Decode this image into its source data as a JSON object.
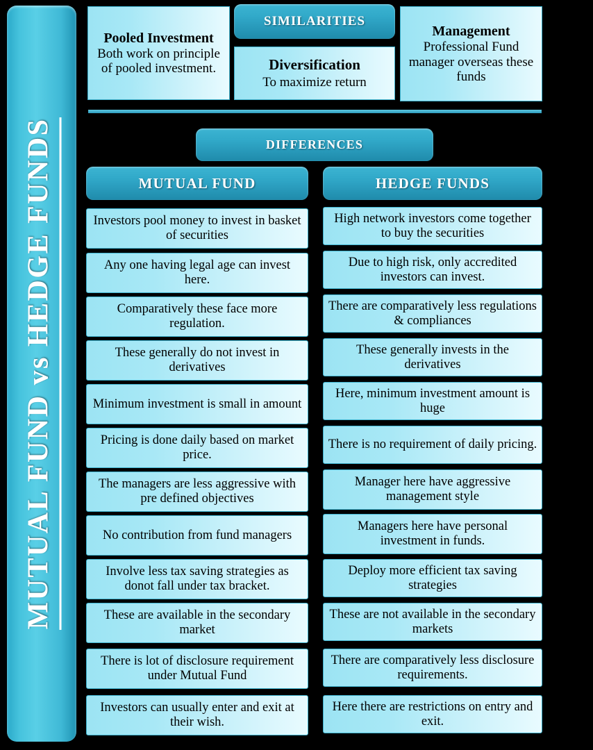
{
  "title_bar": {
    "main_text": "MUTUAL FUND",
    "connector": "vs",
    "second_text": "HEDGE FUNDS",
    "full_text": "MUTUAL FUND vs HEDGE FUNDS"
  },
  "similarities": {
    "header": "SIMILARITIES",
    "items": [
      {
        "heading": "Pooled Investment",
        "body": "Both work on principle of pooled investment."
      },
      {
        "heading": "Diversification",
        "body": "To maximize return"
      },
      {
        "heading": "Management",
        "body": "Professional Fund manager overseas these funds"
      }
    ]
  },
  "differences": {
    "header": "DIFFERENCES",
    "columns": [
      {
        "label": "MUTUAL FUND"
      },
      {
        "label": "HEDGE FUNDS"
      }
    ],
    "rows": [
      {
        "left": "Investors pool money to invest in basket of securities",
        "right": "High network investors come together to buy the securities"
      },
      {
        "left": "Any one having legal age can invest here.",
        "right": "Due to high risk, only accredited investors can invest."
      },
      {
        "left": "Comparatively these face more regulation.",
        "right": "There are comparatively less regulations & compliances"
      },
      {
        "left": "These generally do not invest in derivatives",
        "right": "These generally invests in the derivatives"
      },
      {
        "left": "Minimum investment is small in amount",
        "right": "Here, minimum investment amount is huge"
      },
      {
        "left": "Pricing is done daily based on market price.",
        "right": "There is no requirement of daily pricing."
      },
      {
        "left": "The managers are less aggressive with pre defined objectives",
        "right": "Manager here have aggressive management style"
      },
      {
        "left": "No contribution from fund managers",
        "right": "Managers here have personal investment in funds."
      },
      {
        "left": "Involve less tax saving strategies as donot fall under tax bracket.",
        "right": "Deploy more efficient tax saving strategies"
      },
      {
        "left": "These are available in the secondary market",
        "right": "These are not available in the secondary markets"
      },
      {
        "left": "There is lot of disclosure requirement under Mutual Fund",
        "right": "There are comparatively less disclosure requirements."
      },
      {
        "left": "Investors can usually enter and exit at their wish.",
        "right": "Here there are restrictions on entry and exit."
      }
    ]
  },
  "colors": {
    "background": "#000000",
    "accent_dark": "#2a9cbd",
    "accent_mid": "#3cb4d2",
    "accent_light": "#9ce4f3",
    "box_highlight": "#e9fbff",
    "text_light": "#ffffff",
    "text_dark": "#000000",
    "border": "#3fb4d0"
  }
}
